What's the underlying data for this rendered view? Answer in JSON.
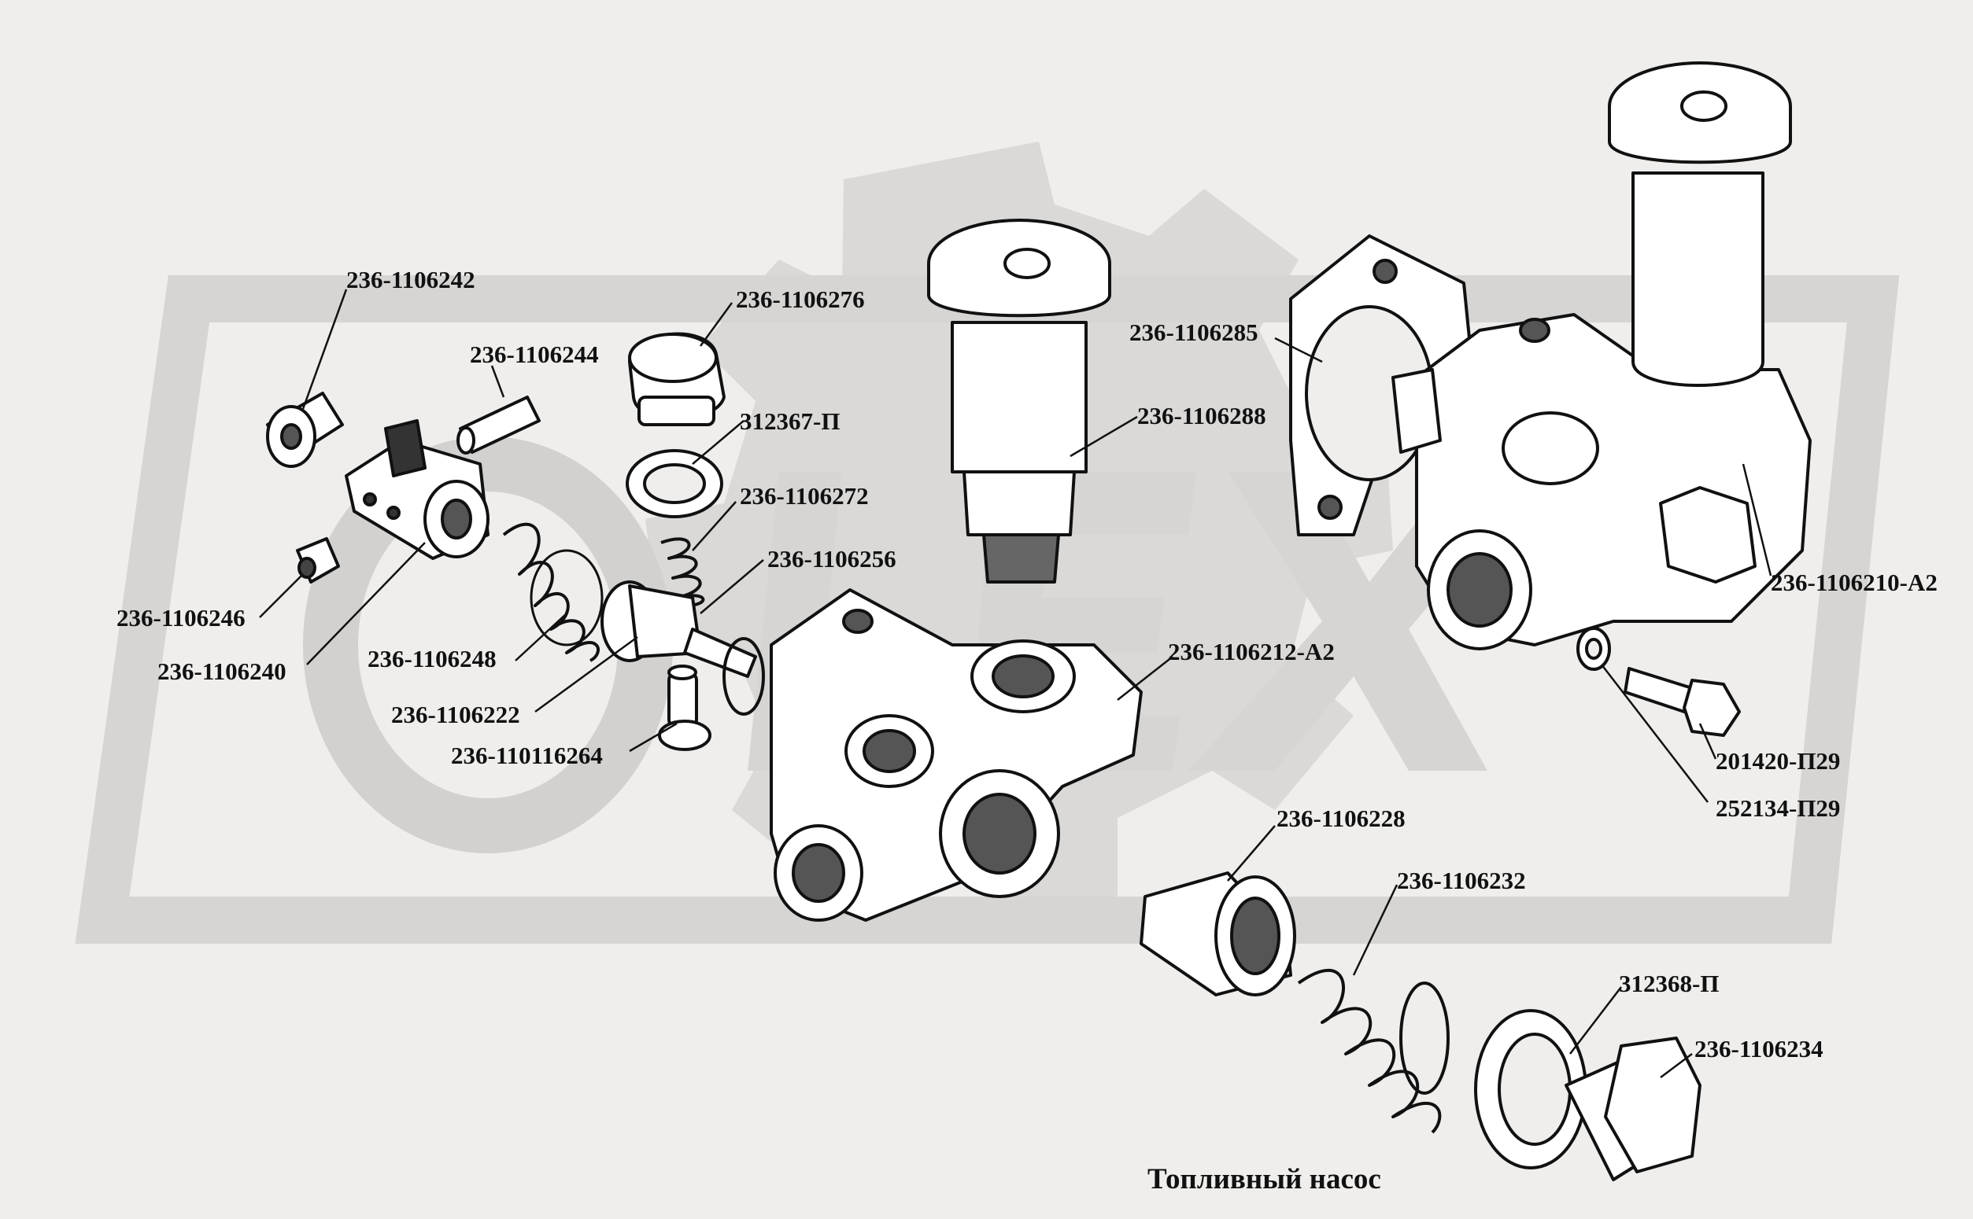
{
  "caption": "Топливный насос",
  "watermark": {
    "text": "OLEX",
    "color": "#d6d5d3"
  },
  "colors": {
    "background": "#efeeec",
    "line": "#111111",
    "part_fill": "#ffffff"
  },
  "parts": [
    {
      "id": "p1",
      "label": "236-1106242"
    },
    {
      "id": "p2",
      "label": "236-1106244"
    },
    {
      "id": "p3",
      "label": "236-1106276"
    },
    {
      "id": "p4",
      "label": "312367-П"
    },
    {
      "id": "p5",
      "label": "236-1106272"
    },
    {
      "id": "p6",
      "label": "236-1106256"
    },
    {
      "id": "p7",
      "label": "236-1106246"
    },
    {
      "id": "p8",
      "label": "236-1106240"
    },
    {
      "id": "p9",
      "label": "236-1106248"
    },
    {
      "id": "p10",
      "label": "236-1106222"
    },
    {
      "id": "p11",
      "label": "236-110116264"
    },
    {
      "id": "p12",
      "label": "236-1106285"
    },
    {
      "id": "p13",
      "label": "236-1106288"
    },
    {
      "id": "p14",
      "label": "236-1106212-А2"
    },
    {
      "id": "p15",
      "label": "236-1106210-А2"
    },
    {
      "id": "p16",
      "label": "201420-П29"
    },
    {
      "id": "p17",
      "label": "252134-П29"
    },
    {
      "id": "p18",
      "label": "236-1106228"
    },
    {
      "id": "p19",
      "label": "236-1106232"
    },
    {
      "id": "p20",
      "label": "312368-П"
    },
    {
      "id": "p21",
      "label": "236-1106234"
    }
  ]
}
